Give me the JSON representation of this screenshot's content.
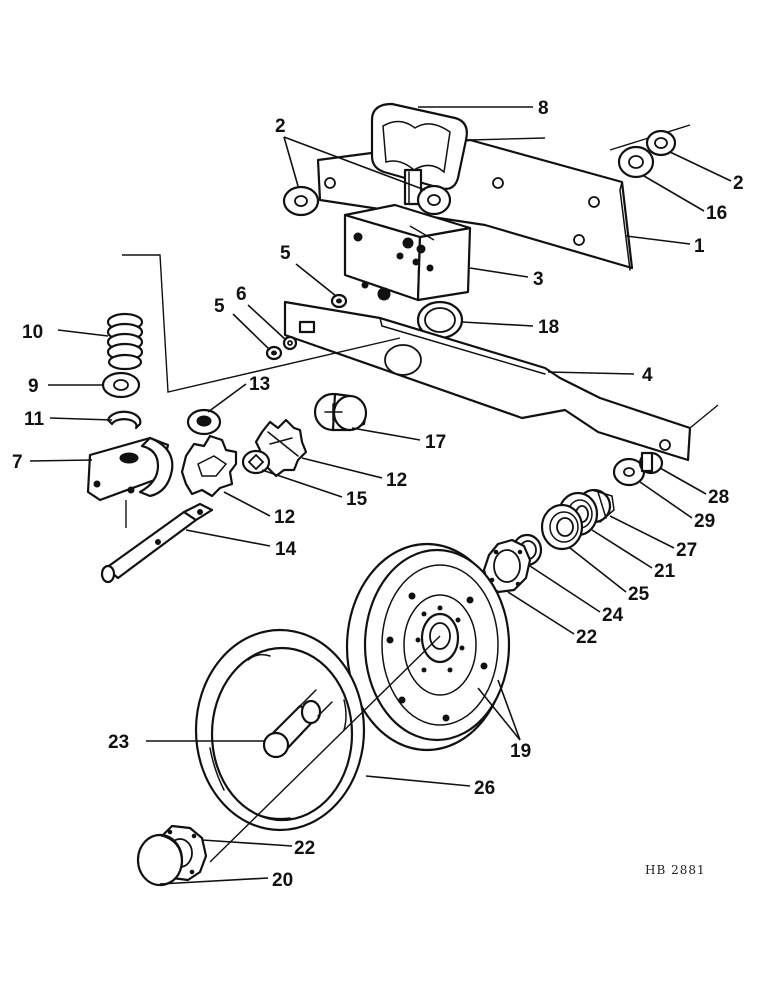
{
  "diagram": {
    "callouts": {
      "c1": "1",
      "c2a": "2",
      "c2b": "2",
      "c3": "3",
      "c4": "4",
      "c5a": "5",
      "c5b": "5",
      "c6": "6",
      "c7": "7",
      "c8": "8",
      "c9": "9",
      "c10": "10",
      "c11": "11",
      "c12a": "12",
      "c12b": "12",
      "c13": "13",
      "c14": "14",
      "c15": "15",
      "c16": "16",
      "c17": "17",
      "c18": "18",
      "c19": "19",
      "c20": "20",
      "c21": "21",
      "c22a": "22",
      "c22b": "22",
      "c23": "23",
      "c24": "24",
      "c25": "25",
      "c26": "26",
      "c27": "27",
      "c28": "28",
      "c29": "29"
    },
    "reference_code": "HB 2881"
  }
}
